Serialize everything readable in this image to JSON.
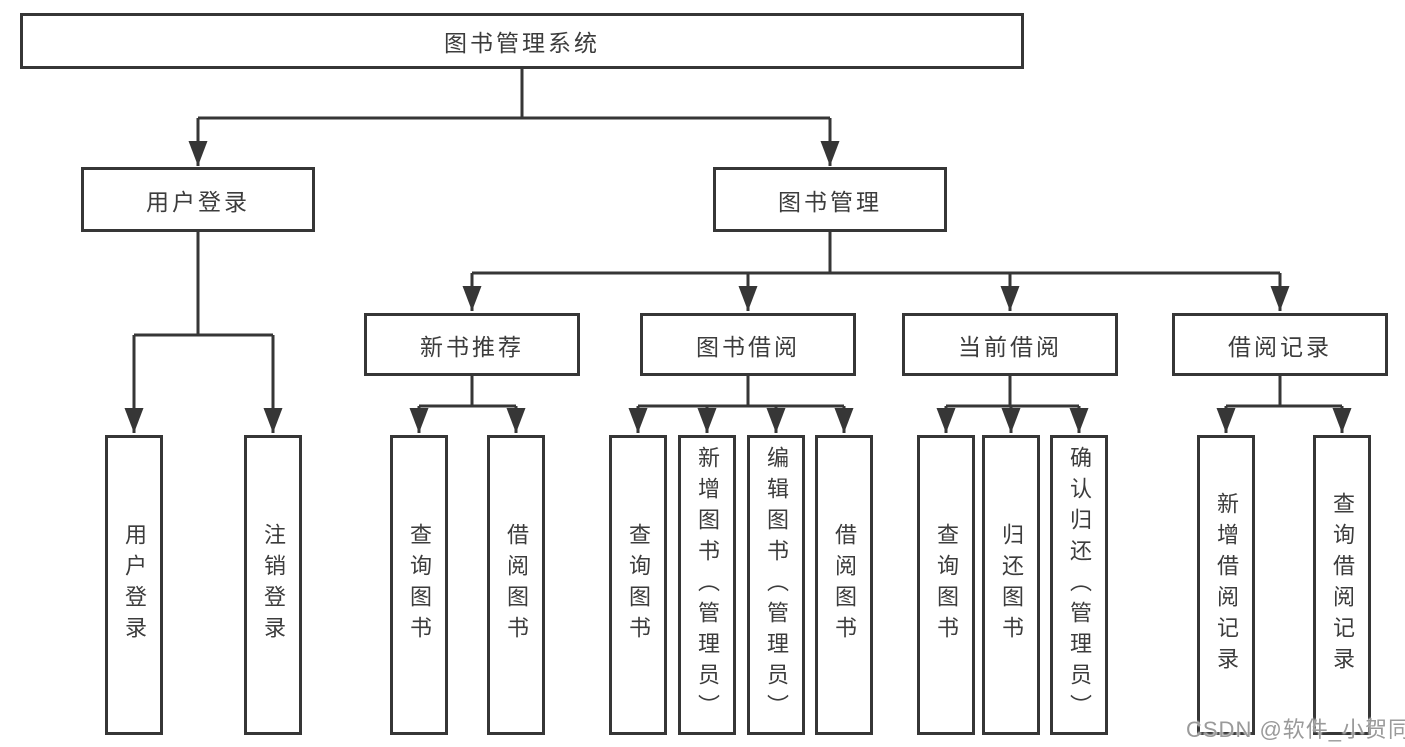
{
  "diagram": {
    "type": "hierarchy",
    "tree": {
      "label": "图书管理系统",
      "children": [
        {
          "label": "用户登录",
          "children": [
            {
              "label": "用户登录"
            },
            {
              "label": "注销登录"
            }
          ]
        },
        {
          "label": "图书管理",
          "children": [
            {
              "label": "新书推荐",
              "children": [
                {
                  "label": "查询图书"
                },
                {
                  "label": "借阅图书"
                }
              ]
            },
            {
              "label": "图书借阅",
              "children": [
                {
                  "label": "查询图书"
                },
                {
                  "label": "新增图书（管理员）"
                },
                {
                  "label": "编辑图书（管理员）"
                },
                {
                  "label": "借阅图书"
                }
              ]
            },
            {
              "label": "当前借阅",
              "children": [
                {
                  "label": "查询图书"
                },
                {
                  "label": "归还图书"
                },
                {
                  "label": "确认归还（管理员）"
                }
              ]
            },
            {
              "label": "借阅记录",
              "children": [
                {
                  "label": "新增借阅记录"
                },
                {
                  "label": "查询借阅记录"
                }
              ]
            }
          ]
        }
      ]
    }
  },
  "watermark": {
    "text": "CSDN @软件_小贺同学"
  },
  "colors": {
    "line": "#363636",
    "text": "#3c3c3c",
    "watermark": "#9a9a9a",
    "background": "#ffffff"
  }
}
